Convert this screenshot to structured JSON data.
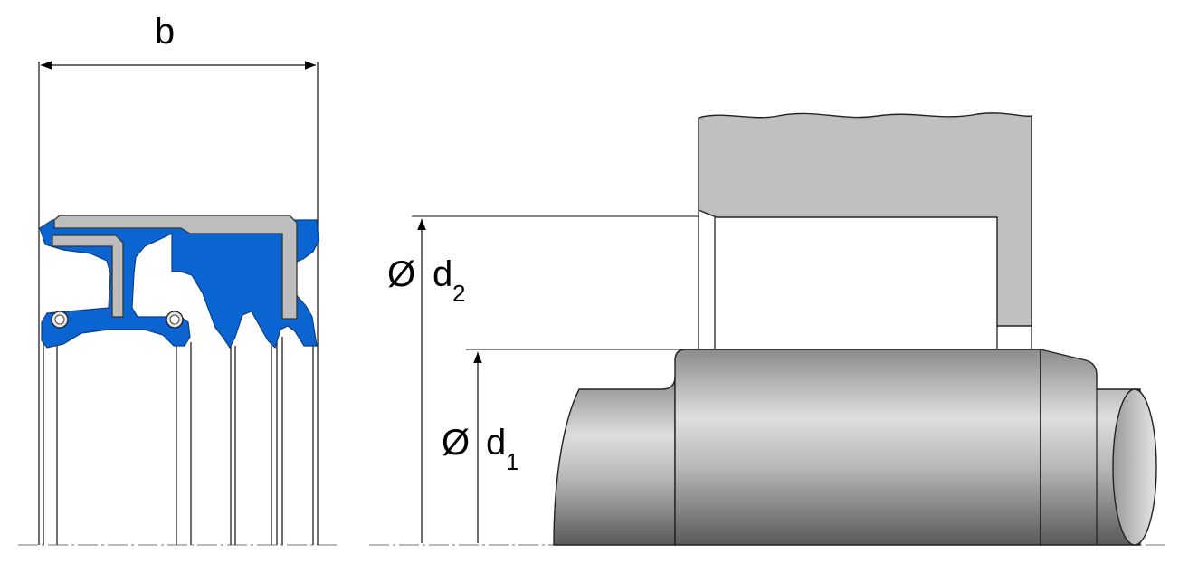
{
  "labels": {
    "width": "b",
    "outer_diameter": {
      "symbol": "Ø",
      "letter": "d",
      "index": "2"
    },
    "inner_diameter": {
      "symbol": "Ø",
      "letter": "d",
      "index": "1"
    }
  },
  "colors": {
    "seal_blue": "#0a64d2",
    "metal_insert": "#bdbdbd",
    "housing": "#c0c0c0",
    "shaft_dark": "#5a5a5a",
    "shaft_light": "#e2e2e2",
    "line": "#1a1a1a"
  }
}
